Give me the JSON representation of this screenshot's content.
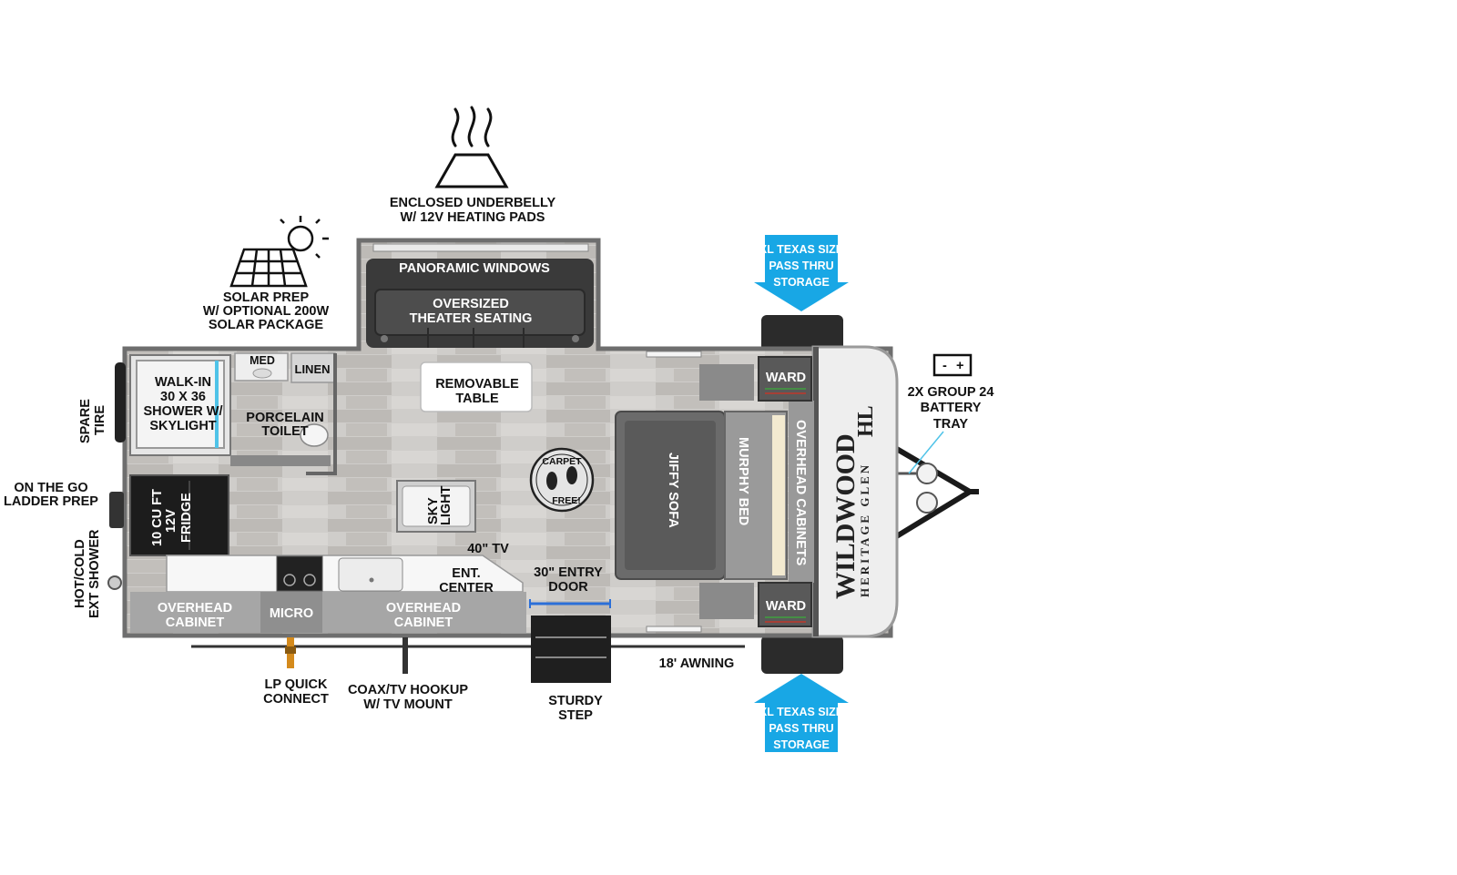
{
  "colors": {
    "outline": "#6e6e6e",
    "floor": "#c9c7c4",
    "cabinet": "#a6a6a6",
    "dark": "#2f2f2f",
    "storage_blue": "#18a7e5",
    "shower_glass": "#4fc3e8",
    "frame": "#1a1a1a"
  },
  "icons": [
    "heat-icon",
    "solar-panel-icon",
    "battery-icon",
    "propane-hose-icon",
    "coax-cable-icon",
    "carpet-free-badge-icon"
  ],
  "callouts": {
    "underbelly": [
      "ENCLOSED UNDERBELLY",
      "W/ 12V HEATING PADS"
    ],
    "solar": [
      "SOLAR PREP",
      "W/ OPTIONAL 200W",
      "SOLAR PACKAGE"
    ],
    "spare_tire": [
      "SPARE",
      "TIRE"
    ],
    "ladder": [
      "ON THE GO",
      "LADDER PREP"
    ],
    "ext_shower": [
      "HOT/COLD",
      "EXT SHOWER"
    ],
    "lp": [
      "LP QUICK",
      "CONNECT"
    ],
    "coax": [
      "COAX/TV HOOKUP",
      "W/ TV MOUNT"
    ],
    "step": [
      "STURDY",
      "STEP"
    ],
    "awning": "18' AWNING",
    "battery": [
      "2X GROUP 24",
      "BATTERY",
      "TRAY"
    ],
    "storage_top": [
      "XL TEXAS SIZE",
      "PASS THRU",
      "STORAGE"
    ],
    "storage_bottom": [
      "XL TEXAS SIZE",
      "PASS THRU",
      "STORAGE"
    ],
    "battery_terminals": [
      "-",
      "+"
    ]
  },
  "rooms": {
    "panoramic": "PANORAMIC WINDOWS",
    "theater": [
      "OVERSIZED",
      "THEATER SEATING"
    ],
    "shower": [
      "WALK-IN",
      "30 X 36",
      "SHOWER W/",
      "SKYLIGHT"
    ],
    "med": "MED",
    "linen": "LINEN",
    "toilet": [
      "PORCELAIN",
      "TOILET"
    ],
    "table": [
      "REMOVABLE",
      "TABLE"
    ],
    "fridge": [
      "10 CU FT",
      "12V",
      "FRIDGE"
    ],
    "skylight": [
      "SKY",
      "LIGHT"
    ],
    "carpet_free": [
      "CARPET",
      "FREE!"
    ],
    "tv": "40\" TV",
    "ent_center": [
      "ENT.",
      "CENTER"
    ],
    "entry_door": [
      "30\" ENTRY",
      "DOOR"
    ],
    "overhead_left": [
      "OVERHEAD",
      "CABINET"
    ],
    "micro": "MICRO",
    "overhead_mid": [
      "OVERHEAD",
      "CABINET"
    ],
    "jiffy": "JIFFY SOFA",
    "murphy": "MURPHY BED",
    "overhead_cabinets": "OVERHEAD CABINETS",
    "ward_top": "WARD",
    "ward_bottom": "WARD"
  },
  "logo": {
    "brand": "WILDWOOD",
    "line": "HERITAGE GLEN",
    "model": "HL"
  }
}
